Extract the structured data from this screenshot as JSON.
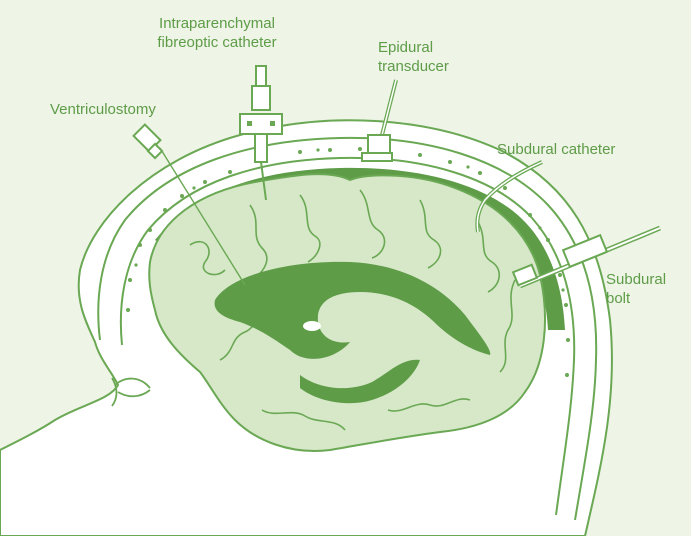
{
  "labels": {
    "intraparenchymal_line1": "Intraparenchymal",
    "intraparenchymal_line2": "fibreoptic catheter",
    "epidural_line1": "Epidural",
    "epidural_line2": "transducer",
    "ventriculostomy": "Ventriculostomy",
    "subdural_catheter": "Subdural catheter",
    "subdural_bolt_line1": "Subdural",
    "subdural_bolt_line2": "bolt"
  },
  "colors": {
    "background": "#eef4e6",
    "head_fill": "#ffffff",
    "outline": "#6aa854",
    "brain_fill": "#d6e8c8",
    "dark_green": "#5e9c48",
    "label_text": "#5e9c48"
  }
}
